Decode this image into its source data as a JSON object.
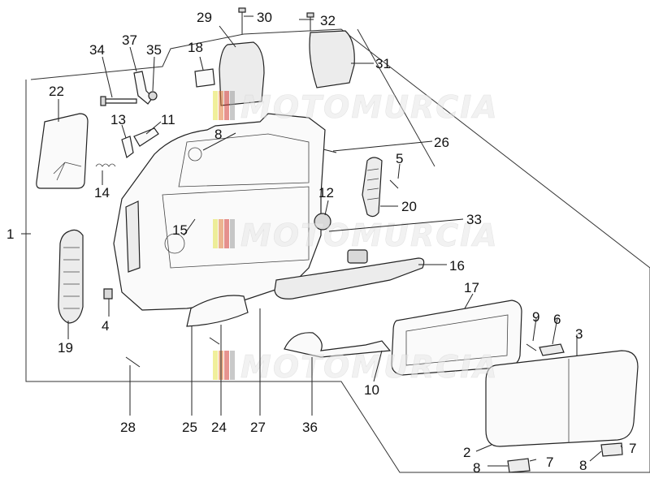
{
  "watermark": {
    "text": "MOTOMURCIA",
    "stripe_colors": [
      "#e4e34a",
      "#e27b3a",
      "#d53b35",
      "#9d9d9d"
    ]
  },
  "callouts": [
    {
      "id": "c1",
      "label": "1"
    },
    {
      "id": "c2",
      "label": "2"
    },
    {
      "id": "c3",
      "label": "3"
    },
    {
      "id": "c4",
      "label": "4"
    },
    {
      "id": "c5",
      "label": "5"
    },
    {
      "id": "c6",
      "label": "6"
    },
    {
      "id": "c7a",
      "label": "7"
    },
    {
      "id": "c7b",
      "label": "7"
    },
    {
      "id": "c8a",
      "label": "8"
    },
    {
      "id": "c8b",
      "label": "8"
    },
    {
      "id": "c8c",
      "label": "8"
    },
    {
      "id": "c9",
      "label": "9"
    },
    {
      "id": "c10",
      "label": "10"
    },
    {
      "id": "c11",
      "label": "11"
    },
    {
      "id": "c12",
      "label": "12"
    },
    {
      "id": "c13",
      "label": "13"
    },
    {
      "id": "c14",
      "label": "14"
    },
    {
      "id": "c15",
      "label": "15"
    },
    {
      "id": "c16",
      "label": "16"
    },
    {
      "id": "c17",
      "label": "17"
    },
    {
      "id": "c18",
      "label": "18"
    },
    {
      "id": "c19",
      "label": "19"
    },
    {
      "id": "c20",
      "label": "20"
    },
    {
      "id": "c22",
      "label": "22"
    },
    {
      "id": "c24",
      "label": "24"
    },
    {
      "id": "c25",
      "label": "25"
    },
    {
      "id": "c26",
      "label": "26"
    },
    {
      "id": "c27",
      "label": "27"
    },
    {
      "id": "c28",
      "label": "28"
    },
    {
      "id": "c29",
      "label": "29"
    },
    {
      "id": "c30",
      "label": "30"
    },
    {
      "id": "c31",
      "label": "31"
    },
    {
      "id": "c32",
      "label": "32"
    },
    {
      "id": "c33",
      "label": "33"
    },
    {
      "id": "c34",
      "label": "34"
    },
    {
      "id": "c35",
      "label": "35"
    },
    {
      "id": "c36",
      "label": "36"
    },
    {
      "id": "c37",
      "label": "37"
    }
  ]
}
